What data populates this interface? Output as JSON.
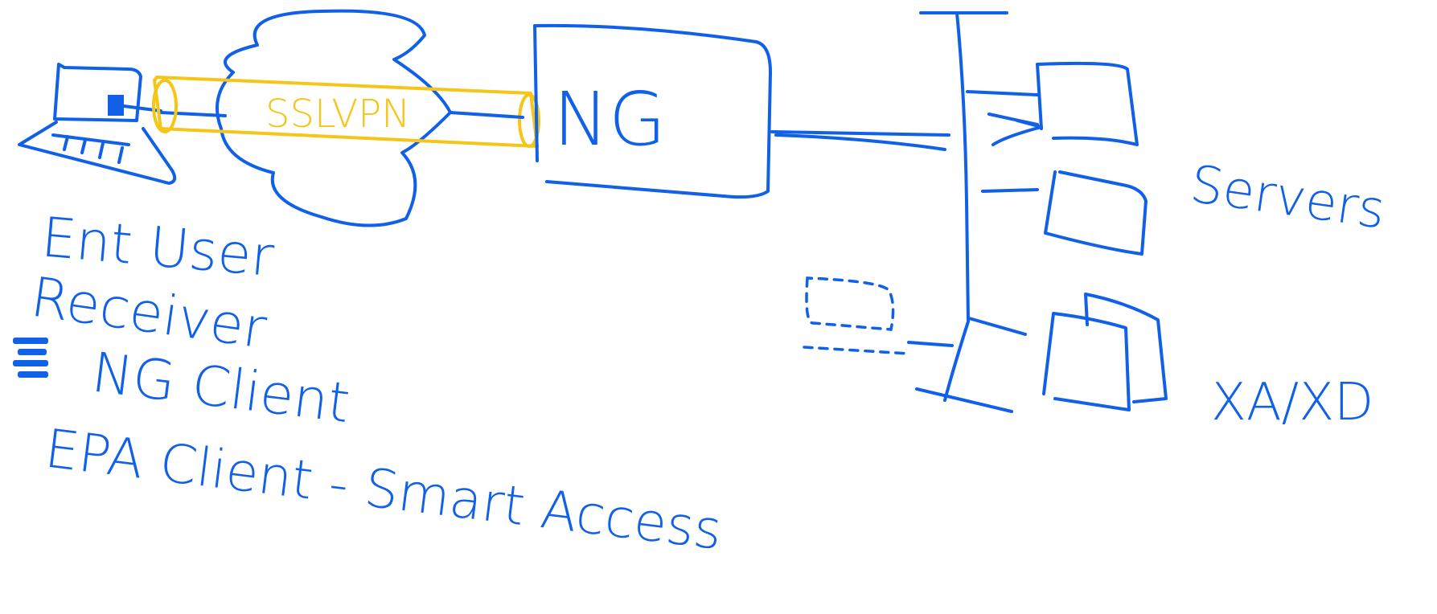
{
  "colors": {
    "ink": "#1060e8",
    "tunnel": "#f5c518",
    "background": "#ffffff"
  },
  "diagram": {
    "tunnel_label": "SSLVPN",
    "gateway_label": "NG",
    "servers_label": "Servers",
    "vdi_label": "XA/XD",
    "user_notes": [
      "Ent User",
      "Receiver",
      "NG Client",
      "EPA Client - Smart Access"
    ]
  },
  "icons": {
    "laptop": "laptop-icon",
    "cloud": "internet-cloud-icon",
    "gateway": "gateway-box-icon",
    "server": "server-icon",
    "client_stack": "stack-icon"
  }
}
